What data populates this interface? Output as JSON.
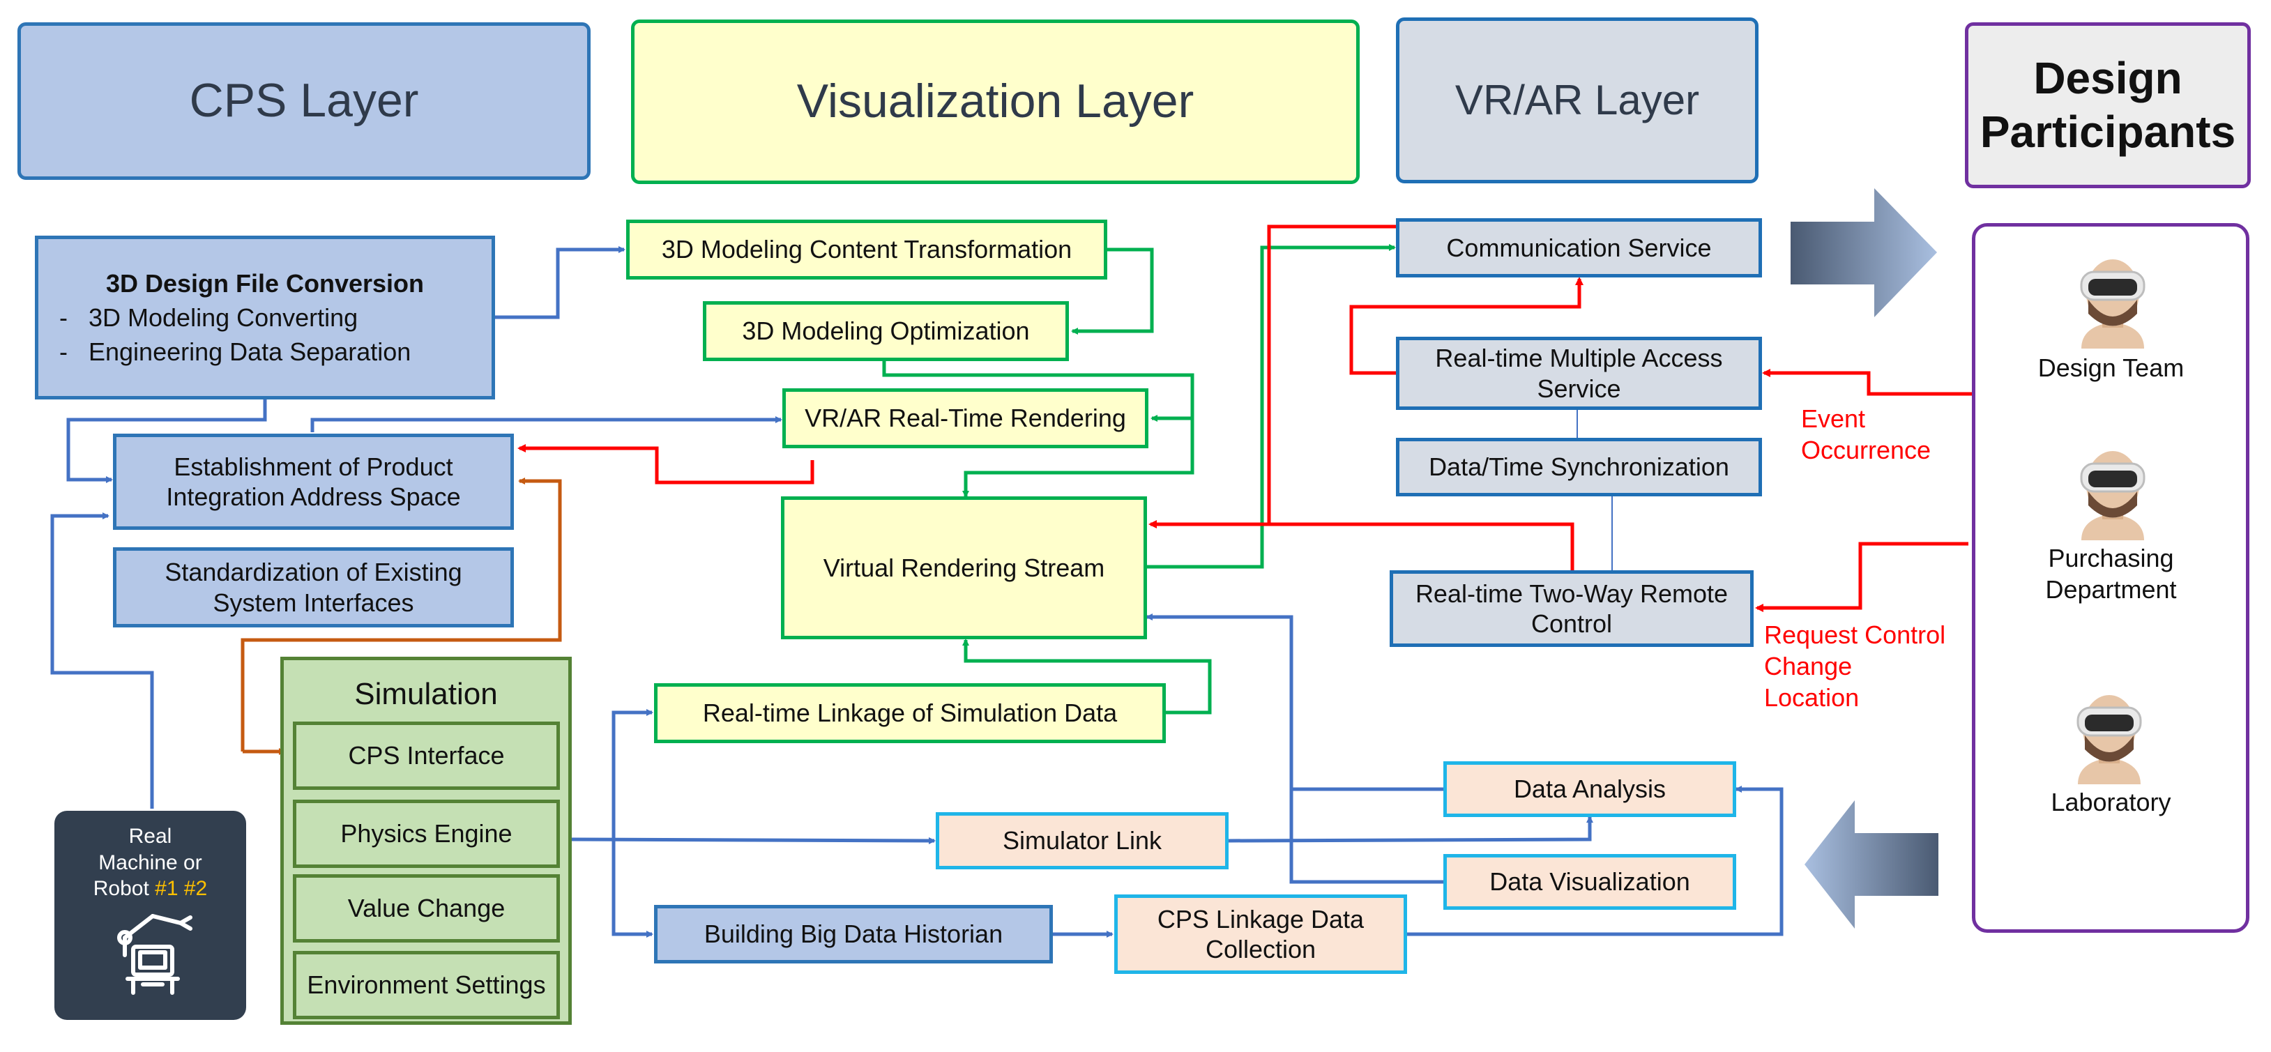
{
  "layers": {
    "cps": "CPS Layer",
    "visualization": "Visualization Layer",
    "vrar": "VR/AR Layer",
    "participants": "Design Participants"
  },
  "cps": {
    "file_conversion": {
      "title": "3D Design File Conversion",
      "items": [
        "-   3D Modeling Converting",
        "-   Engineering Data Separation"
      ]
    },
    "address_space": "Establishment of Product Integration Address Space",
    "interfaces": "Standardization of Existing System Interfaces",
    "simulation": {
      "title": "Simulation",
      "items": [
        "CPS Interface",
        "Physics Engine",
        "Value Change",
        "Environment Settings"
      ]
    },
    "real_machine": {
      "line1": "Real",
      "line2": "Machine or",
      "line3_prefix": "Robot ",
      "line3_highlight": "#1 #2"
    }
  },
  "visualization": {
    "content_transformation": "3D Modeling Content Transformation",
    "optimization": "3D Modeling Optimization",
    "realtime_rendering": "VR/AR Real-Time Rendering",
    "rendering_stream": "Virtual Rendering Stream",
    "sim_linkage": "Real-time Linkage of Simulation Data",
    "simulator_link": "Simulator Link",
    "big_data_historian": "Building Big Data Historian",
    "cps_linkage": "CPS Linkage Data Collection",
    "data_analysis": "Data Analysis",
    "data_visualization": "Data Visualization"
  },
  "vrar": {
    "communication": "Communication Service",
    "multi_access": "Real-time Multiple Access Service",
    "sync": "Data/Time Synchronization",
    "remote_control": "Real-time Two-Way Remote Control"
  },
  "participants": [
    "Design Team",
    "Purchasing Department",
    "Laboratory"
  ],
  "annotations": {
    "event": "Event Occurrence",
    "request": "Request Control Change Location"
  },
  "colors": {
    "cps_fill": "#b4c7e7",
    "cps_border": "#2e75b6",
    "viz_fill": "#ffffcc",
    "viz_border": "#00b050",
    "vrar_fill": "#d6dce5",
    "vrar_border": "#1f6fb5",
    "sim_fill": "#c5e0b4",
    "sim_border": "#548235",
    "peach_fill": "#fbe5d6",
    "cyan_border": "#1fb5e8",
    "participant_border": "#7030a0",
    "arrow_blue": "#4472c4",
    "arrow_green": "#00b050",
    "arrow_red": "#ff0000",
    "arrow_orange": "#c55a11",
    "highlight": "#ffc000"
  }
}
